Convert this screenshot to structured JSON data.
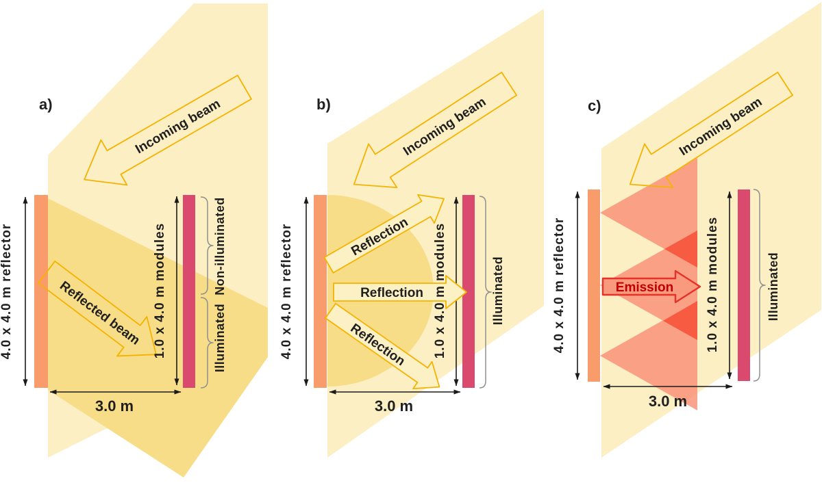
{
  "figure": {
    "colors": {
      "incoming_beam_light": "#FCEFC4",
      "reflected_beam_dark": "#F8DD88",
      "reflector_orange": "#F89C6B",
      "modules_crimson": "#D94A6E",
      "gold_arrow_outline": "#F5B301",
      "emission_lobe_salmon": "#F9937A",
      "emission_overlap_red": "#F7593F",
      "emission_arrow_stroke": "#E63229",
      "emission_text_red": "#C00000",
      "dimension_black": "#1a1a1a",
      "brace_gray": "#8f8f8f"
    },
    "panels": [
      {
        "label": "a)",
        "incoming_beam_label": "Incoming beam",
        "reflected_beam_label": "Reflected beam",
        "reflector_label": "4.0 x 4.0 m reflector",
        "modules_label": "1.0 x 4.0 m modules",
        "distance_label": "3.0 m",
        "non_illuminated_label": "Non-illuminated",
        "illuminated_label": "Illuminated"
      },
      {
        "label": "b)",
        "incoming_beam_label": "Incoming beam",
        "reflection_labels": [
          "Reflection",
          "Reflection",
          "Reflection"
        ],
        "reflector_label": "4.0 x 4.0 m reflector",
        "modules_label": "1.0 x 4.0 m modules",
        "distance_label": "3.0 m",
        "illuminated_label": "Illuminated"
      },
      {
        "label": "c)",
        "incoming_beam_label": "Incoming beam",
        "emission_label": "Emission",
        "reflector_label": "4.0 x 4.0 m reflector",
        "modules_label": "1.0 x 4.0 m modules",
        "distance_label": "3.0 m",
        "illuminated_label": "Illuminated"
      }
    ]
  }
}
